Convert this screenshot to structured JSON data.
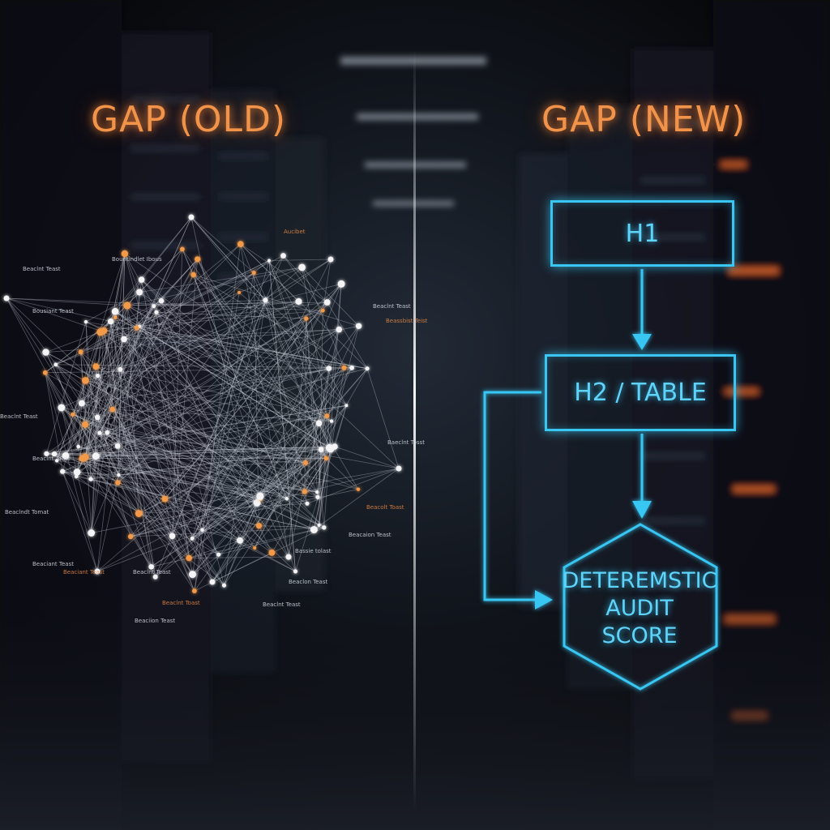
{
  "titles": {
    "left": "GAP (OLD)",
    "right": "GAP (NEW)"
  },
  "flowchart": {
    "box_h1": "H1",
    "box_h2": "H2 / TABLE",
    "hexagon_lines": [
      "DETEREMSTIC",
      "AUDIT",
      "SCORE"
    ]
  },
  "network_labels": [
    "Beaclnt Teast",
    "Aucibet",
    "Bountindlet Ibous",
    "Bousiant Teast",
    "Beaclnt Teast",
    "Beassbist Teist",
    "Beaclnt Teast",
    "Baeclnt Tosst",
    "Beaclnt Toast",
    "Beacolt Toast",
    "Beaclndt Tomat",
    "Beacaion Teast",
    "Bassie tolast",
    "Beaciant Teast",
    "Beaciant Teast",
    "Beaclnt Teast",
    "Beaclon Teast",
    "Beaclnt Toast",
    "Beaclnt Teast",
    "Beaciion Teast"
  ],
  "colors": {
    "accent_orange": "#f2934a",
    "accent_cyan": "#39c6f2",
    "node_white": "#f4f4f6",
    "node_orange": "#f39a4a",
    "background": "#07090d"
  }
}
